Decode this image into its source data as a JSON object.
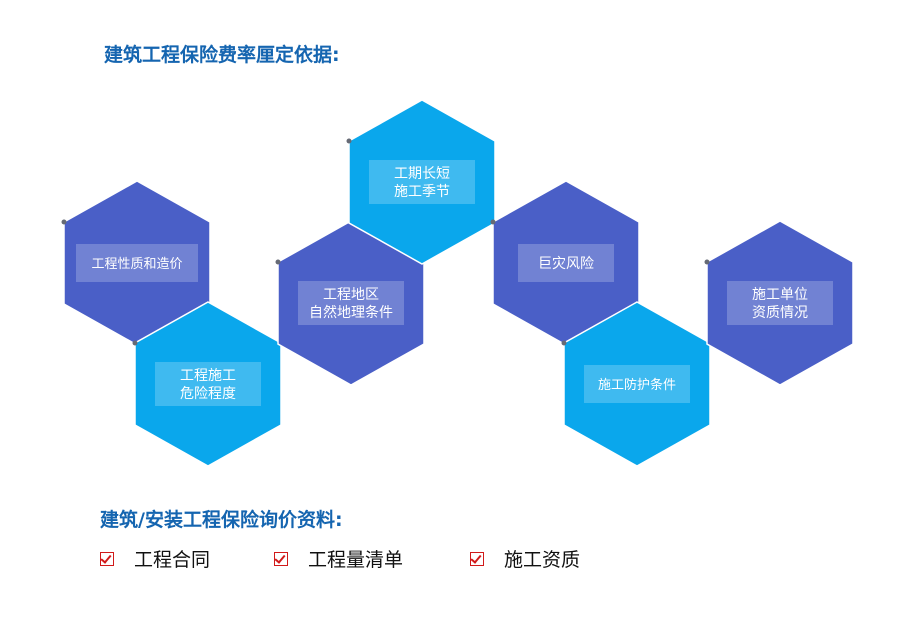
{
  "header_title": "建筑工程保险费率厘定依据:",
  "colors": {
    "dark_hex": "#4a5fc7",
    "light_hex": "#0aa7ec",
    "title": "#1565b0",
    "check": "#d11a1a"
  },
  "hexagons": [
    {
      "id": "h1",
      "lines": [
        "工程性质和造价"
      ],
      "color": "dark"
    },
    {
      "id": "h2",
      "lines": [
        "工程施工",
        "危险程度"
      ],
      "color": "light"
    },
    {
      "id": "h3",
      "lines": [
        "工程地区",
        "自然地理条件"
      ],
      "color": "dark"
    },
    {
      "id": "h4",
      "lines": [
        "工期长短",
        "施工季节"
      ],
      "color": "light"
    },
    {
      "id": "h5",
      "lines": [
        "巨灾风险"
      ],
      "color": "dark"
    },
    {
      "id": "h6",
      "lines": [
        "施工防护条件"
      ],
      "color": "light"
    },
    {
      "id": "h7",
      "lines": [
        "施工单位",
        "资质情况"
      ],
      "color": "dark"
    }
  ],
  "inquiry_title": "建筑/安装工程保险询价资料:",
  "checklist": [
    "工程合同",
    "工程量清单",
    "施工资质"
  ]
}
